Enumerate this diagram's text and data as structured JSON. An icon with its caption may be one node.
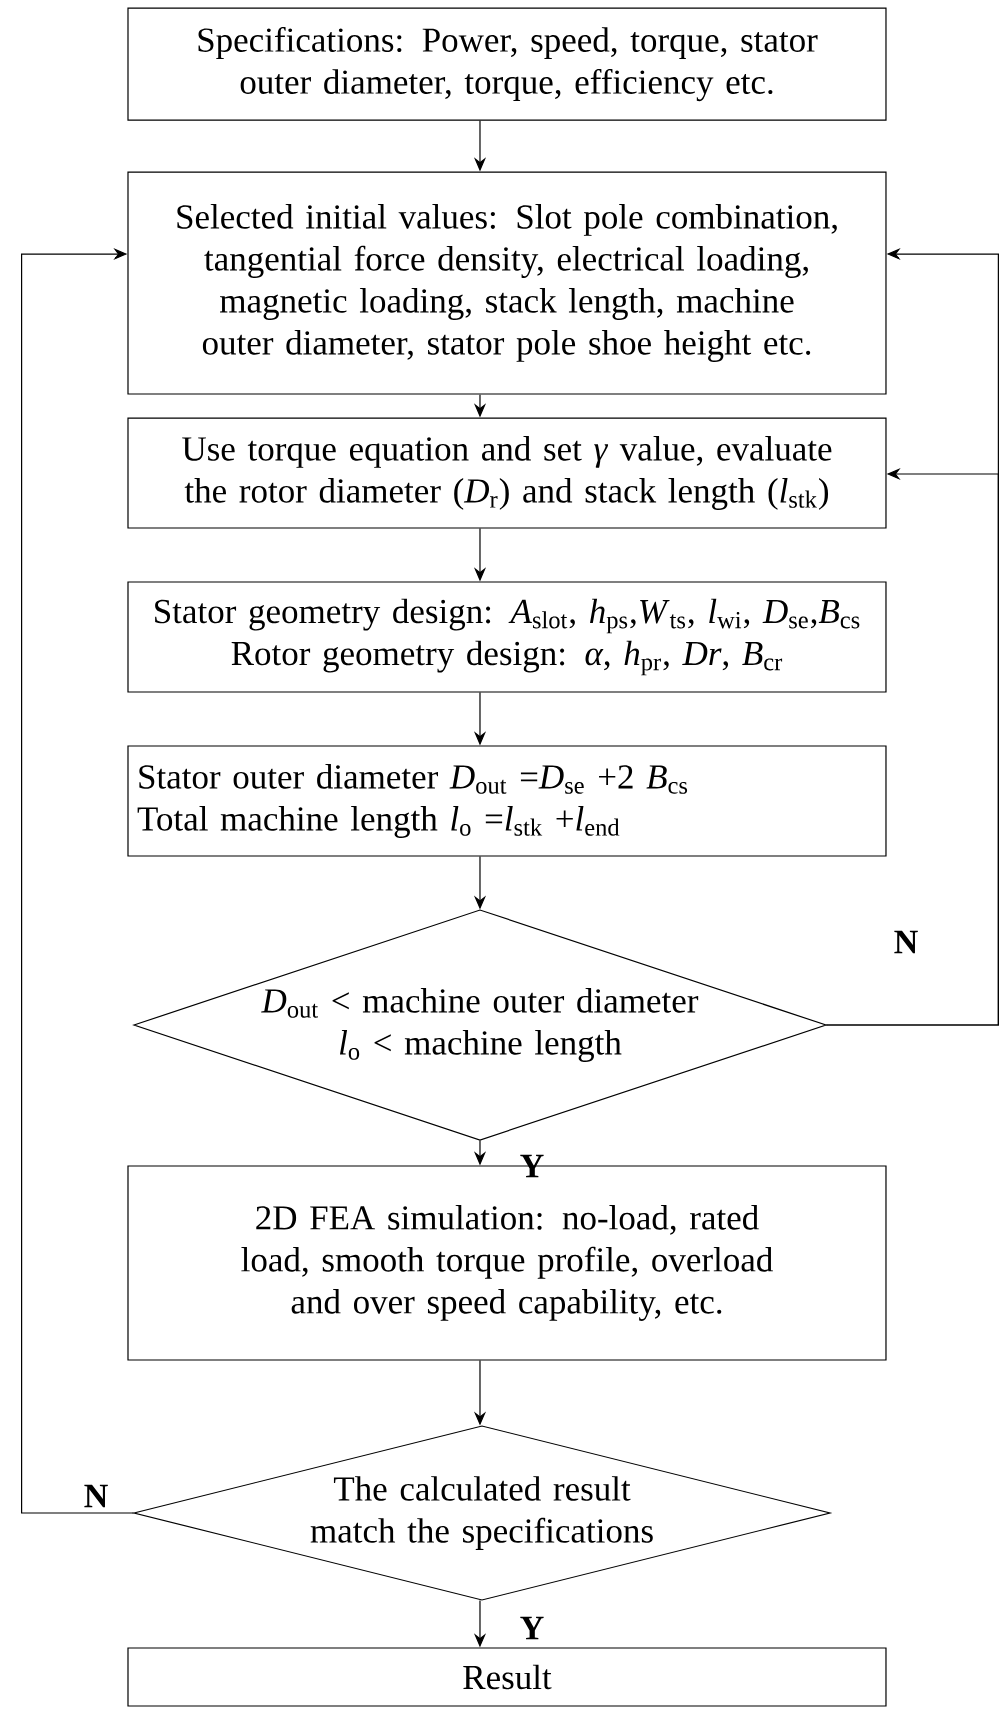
{
  "diagram": {
    "nodes": [
      {
        "text": [
          "Specifications: Power, speed, torque,  stator outer diameter, torque, efficiency etc."
        ]
      },
      {
        "text": [
          "Selected initial values: Slot pole combination, tangential force density, electrical loading, magnetic loading, stack length, machine outer diameter, stator pole shoe height etc."
        ]
      },
      {
        "text": [
          "Use torque equation and set *γ* value, evaluate the rotor diameter (*D*$_{r}$) and stack length (*l*$_{stk}$)"
        ]
      },
      {
        "text": [
          "Stator geometry design: *A*$_{slot}$, *h*$_{ps}$,*W*$_{ts}$, *l*$_{wi}$, *D*$_{se}$,*B*$_{cs}$",
          "Rotor geometry design: *α*, *h*$_{pr}$, *Dr*, *B*$_{cr}$"
        ]
      },
      {
        "text": [
          "Stator outer diameter *D*$_{out}$ =*D*$_{se}$ +2 *B*$_{cs}$",
          "Total machine length *l*$_{o}$ =*l*$_{stk}$ +*l*$_{end}$"
        ]
      },
      {
        "text": [
          "*D*$_{out}$ < machine outer diameter",
          "*l*$_{o}$ < machine length"
        ]
      },
      {
        "text": [
          "2D FEA simulation: no-load, rated load, smooth torque profile, overload and over speed capability, etc."
        ]
      },
      {
        "text": [
          "The calculated result match the specifications"
        ]
      },
      {
        "text": [
          "Result"
        ]
      }
    ],
    "edges": [
      {
        "from": 0,
        "to": 1,
        "arrow": "to"
      },
      {
        "from": 1,
        "to": 2,
        "arrow": "to"
      },
      {
        "from": 2,
        "to": 3,
        "arrow": "to"
      },
      {
        "from": 3,
        "to": 4,
        "arrow": "to"
      },
      {
        "from": 4,
        "to": 5,
        "arrow": "to"
      },
      {
        "from": 5,
        "to": 6,
        "label": "Y",
        "arrow": "to"
      },
      {
        "from": 5,
        "to": 1,
        "label": "N",
        "arrow": "to"
      },
      {
        "from": 5,
        "to": 2,
        "arrow": "to"
      },
      {
        "from": 6,
        "to": 7,
        "arrow": "to"
      },
      {
        "from": 7,
        "to": 8,
        "label": "Y",
        "arrow": "to"
      },
      {
        "from": 7,
        "to": 1,
        "label": "N",
        "arrow": "to"
      }
    ]
  }
}
